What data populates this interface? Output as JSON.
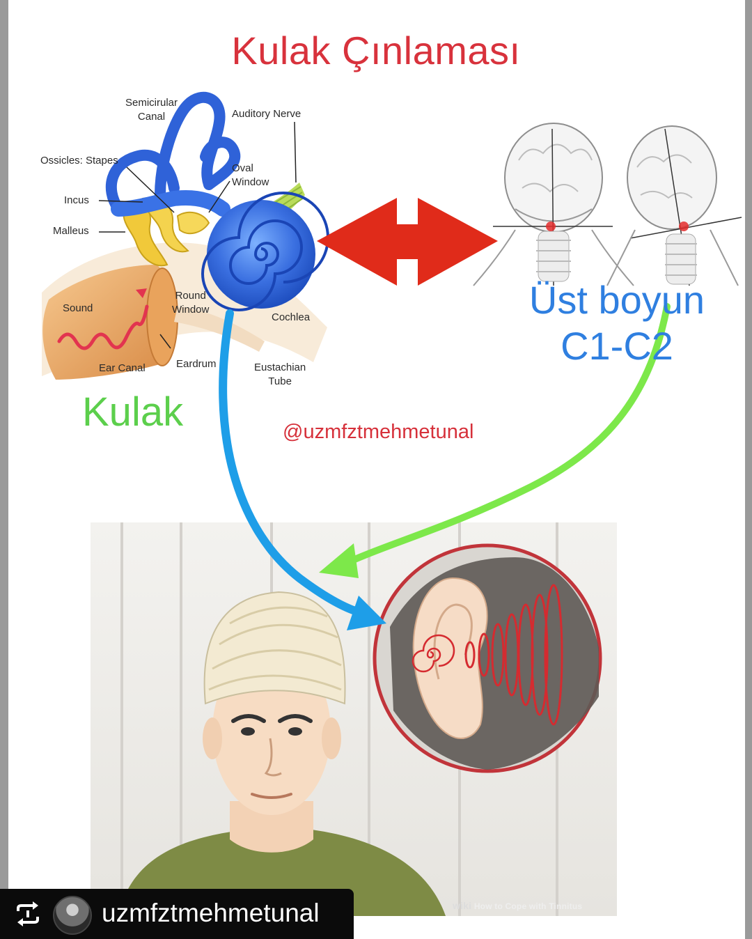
{
  "title": "Kulak Çınlaması",
  "ear_labels": {
    "semicircular": "Semicirular",
    "canal": "Canal",
    "auditory_nerve": "Auditory Nerve",
    "ossicles_stapes": "Ossicles: Stapes",
    "incus": "Incus",
    "malleus": "Malleus",
    "oval": "Oval",
    "window": "Window",
    "sound": "Sound",
    "round": "Round",
    "round_window": "Window",
    "cochlea": "Cochlea",
    "ear_canal": "Ear Canal",
    "eardrum": "Eardrum",
    "eustachian": "Eustachian",
    "tube": "Tube"
  },
  "neck_label_line1": "Üst boyun",
  "neck_label_line2": "C1-C2",
  "ear_caption": "Kulak",
  "handle": "@uzmfztmehmetunal",
  "wikihow": {
    "brand": "wiki",
    "caption": "How to Cope with Tinnitus"
  },
  "repost": {
    "icon": "repost-icon",
    "username": "uzmfztmehmetunal"
  },
  "colors": {
    "title": "#d8323c",
    "neck_text": "#2f7fe0",
    "ear_caption": "#5ccf4c",
    "red_arrow": "#e02b1a",
    "blue_arrow": "#1e9ee8",
    "green_arrow": "#7de84a"
  }
}
